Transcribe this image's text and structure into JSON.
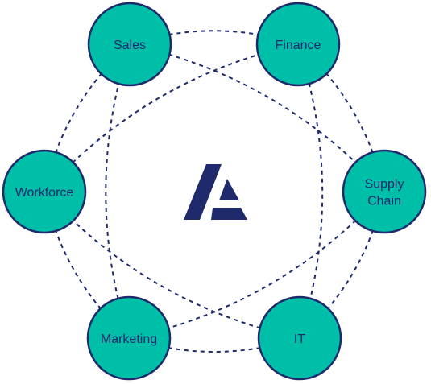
{
  "colors": {
    "node_fill": "#00bfa8",
    "node_stroke": "#1e2a6b",
    "connector": "#1e2a6b",
    "logo": "#1e2a6b",
    "background": "#ffffff"
  },
  "center_logo": {
    "icon": "stylized-letter-a-logo-icon"
  },
  "nodes": [
    {
      "id": "sales",
      "lines": [
        "Sales"
      ]
    },
    {
      "id": "finance",
      "lines": [
        "Finance"
      ]
    },
    {
      "id": "supply-chain",
      "lines": [
        "Supply",
        "Chain"
      ]
    },
    {
      "id": "it",
      "lines": [
        "IT"
      ]
    },
    {
      "id": "marketing",
      "lines": [
        "Marketing"
      ]
    },
    {
      "id": "workforce",
      "lines": [
        "Workforce"
      ]
    }
  ],
  "edges": [
    [
      "sales",
      "finance"
    ],
    [
      "finance",
      "supply-chain"
    ],
    [
      "supply-chain",
      "it"
    ],
    [
      "it",
      "marketing"
    ],
    [
      "marketing",
      "workforce"
    ],
    [
      "workforce",
      "sales"
    ],
    [
      "sales",
      "supply-chain"
    ],
    [
      "finance",
      "it"
    ],
    [
      "supply-chain",
      "marketing"
    ],
    [
      "it",
      "workforce"
    ],
    [
      "marketing",
      "sales"
    ],
    [
      "workforce",
      "finance"
    ]
  ]
}
